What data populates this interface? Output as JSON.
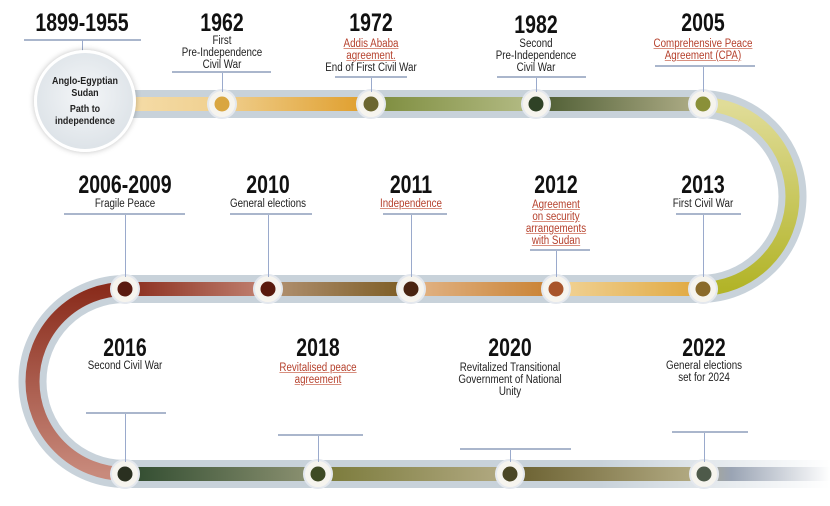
{
  "origin": {
    "year": "1899-1955",
    "title": "Anglo-Egyptian Sudan",
    "subtitle": "Path to independence"
  },
  "events": [
    {
      "year": "1962",
      "lines": [
        "First",
        "Pre-Independence",
        "Civil War"
      ],
      "link_lines": 0,
      "node_color": "#d9a640"
    },
    {
      "year": "1972",
      "lines": [
        "Addis Ababa",
        "agreement.",
        "End of First Civil War"
      ],
      "link_lines": 2,
      "node_color": "#6b6630"
    },
    {
      "year": "1982",
      "lines": [
        "Second",
        "Pre-Independence",
        "Civil War"
      ],
      "link_lines": 0,
      "node_color": "#2f4226"
    },
    {
      "year": "2005",
      "lines": [
        "Comprehensive Peace",
        "Agreement (CPA)"
      ],
      "link_lines": 2,
      "node_color": "#8a9038"
    },
    {
      "year": "2006-2009",
      "lines": [
        "Fragile Peace"
      ],
      "link_lines": 0,
      "node_color": "#5a1a10"
    },
    {
      "year": "2010",
      "lines": [
        "General elections"
      ],
      "link_lines": 0,
      "node_color": "#5a1a0c"
    },
    {
      "year": "2011",
      "lines": [
        "Independence"
      ],
      "link_lines": 1,
      "node_color": "#4a2410"
    },
    {
      "year": "2012",
      "lines": [
        "Agreement",
        "on security",
        "arrangements",
        "with Sudan"
      ],
      "link_lines": 4,
      "node_color": "#a8542a"
    },
    {
      "year": "2013",
      "lines": [
        "First Civil War"
      ],
      "link_lines": 0,
      "node_color": "#8a6a2a"
    },
    {
      "year": "2016",
      "lines": [
        "Second Civil War"
      ],
      "link_lines": 0,
      "node_color": "#2a3020"
    },
    {
      "year": "2018",
      "lines": [
        "Revitalised peace",
        "agreement"
      ],
      "link_lines": 2,
      "node_color": "#3e4a24"
    },
    {
      "year": "2020",
      "lines": [
        "Revitalized Transitional",
        "Government of National",
        "Unity"
      ],
      "link_lines": 0,
      "node_color": "#4a4624"
    },
    {
      "year": "2022",
      "lines": [
        "General elections",
        "set for 2024"
      ],
      "link_lines": 0,
      "node_color": "#4e5a4a"
    }
  ],
  "colors": {
    "link": "#b5402c",
    "track": "#c8d2da",
    "connector": "#aab6cc"
  }
}
